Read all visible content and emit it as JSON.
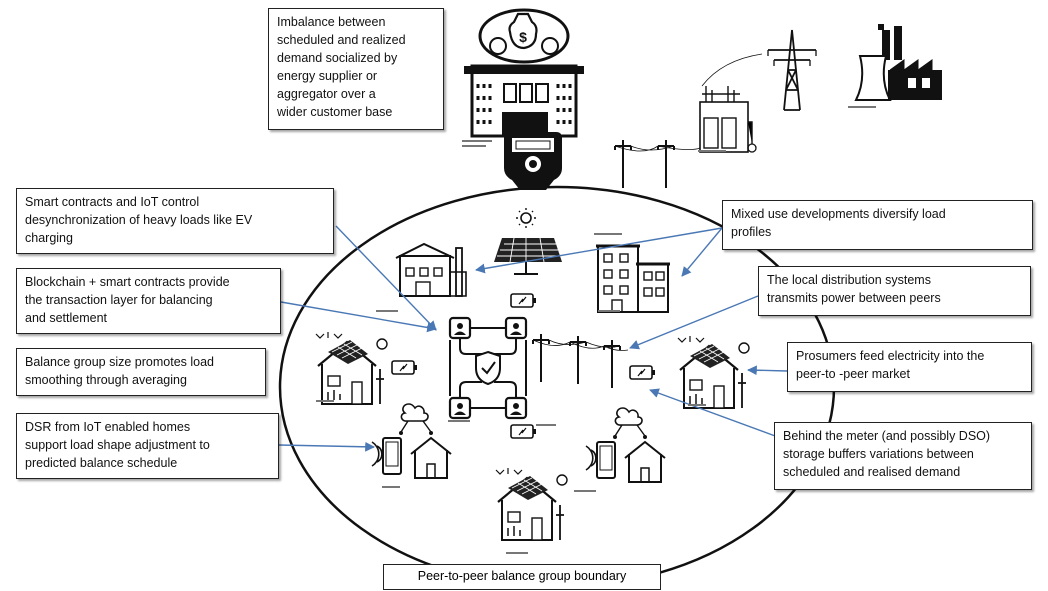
{
  "notes": {
    "imbalance": "Imbalance between\nscheduled and  realized\ndemand socialized by\nenergy supplier or\naggregator over a\nwider customer base",
    "smart_contracts_iot": "Smart contracts and   IoT control\ndesynchronization   of heavy loads like EV\ncharging",
    "blockchain": "Blockchain  + smart contracts provide\nthe transaction layer for balancing\nand settlement",
    "balance_group_size": "Balance group size promotes load\nsmoothing through averaging",
    "dsr_iot": "DSR from IoT enabled homes\nsupport load shape adjustment to\npredicted balance schedule",
    "mixed_use": "Mixed use developments diversify load\nprofiles",
    "local_distribution": "The local distribution systems\ntransmits power between peers",
    "prosumers": "Prosumers feed electricity into the\npeer-to -peer market",
    "behind_meter": "Behind the meter (and possibly DSO)\nstorage buffers  variations between\nscheduled and  realised demand"
  },
  "boundary_label": "Peer-to-peer balance group boundary",
  "icons": {
    "bank": "bank-with-money-bag-icon",
    "meter": "smart-meter-icon",
    "substation": "substation-icon",
    "pylon": "transmission-pylon-icon",
    "power_plant": "power-plant-icon",
    "factory": "factory-icon",
    "solar": "solar-panel-icon",
    "apartments": "apartment-building-icon",
    "battery": "battery-icon",
    "network": "blockchain-network-icon",
    "smart_home": "smart-home-icon",
    "power_lines": "power-line-icon"
  },
  "colors": {
    "arrow": "#4a78b5",
    "ink": "#111111"
  }
}
